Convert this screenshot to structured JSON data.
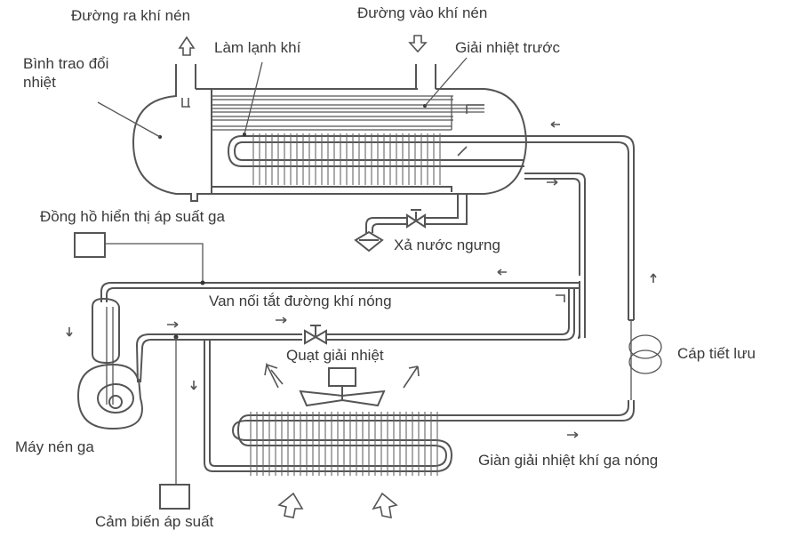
{
  "diagram": {
    "type": "refrigerated-compressed-air-dryer-schematic",
    "language": "vi",
    "labels": {
      "air_outlet": "Đường ra khí nén",
      "air_inlet": "Đường vào khí nén",
      "heat_exchanger": "Bình trao đổi\nnhiệt",
      "heat_exchanger_line1": "Bình trao đổi",
      "heat_exchanger_line2": "nhiệt",
      "air_cooling": "Làm lạnh khí",
      "precooling": "Giải nhiệt trước",
      "gas_pressure_gauge": "Đồng hồ hiển thị áp suất ga",
      "condensate_drain": "Xả nước ngưng",
      "hot_gas_bypass_valve": "Van nối tắt đường khí nóng",
      "cooling_fan": "Quạt giải nhiệt",
      "capillary_tube": "Cáp tiết lưu",
      "gas_compressor": "Máy nén ga",
      "hot_gas_condenser": "Giàn giải nhiệt khí ga nóng",
      "pressure_sensor": "Cảm biến áp suất"
    },
    "components": [
      {
        "id": "heat-exchanger-vessel",
        "label_key": "heat_exchanger"
      },
      {
        "id": "air-inlet-pipe",
        "label_key": "air_inlet",
        "flow": "down"
      },
      {
        "id": "air-outlet-pipe",
        "label_key": "air_outlet",
        "flow": "up"
      },
      {
        "id": "precooler-section",
        "label_key": "precooling"
      },
      {
        "id": "evaporator-section",
        "label_key": "air_cooling"
      },
      {
        "id": "drain-valve-trap",
        "label_key": "condensate_drain"
      },
      {
        "id": "pressure-gauge",
        "label_key": "gas_pressure_gauge"
      },
      {
        "id": "bypass-valve",
        "label_key": "hot_gas_bypass_valve"
      },
      {
        "id": "compressor",
        "label_key": "gas_compressor"
      },
      {
        "id": "pressure-sensor",
        "label_key": "pressure_sensor"
      },
      {
        "id": "condenser-fan",
        "label_key": "cooling_fan"
      },
      {
        "id": "condenser-coil",
        "label_key": "hot_gas_condenser"
      },
      {
        "id": "capillary-tube",
        "label_key": "capillary_tube"
      }
    ],
    "colors": {
      "line": "#555555",
      "text": "#3a3a3a",
      "background": "#ffffff"
    }
  }
}
